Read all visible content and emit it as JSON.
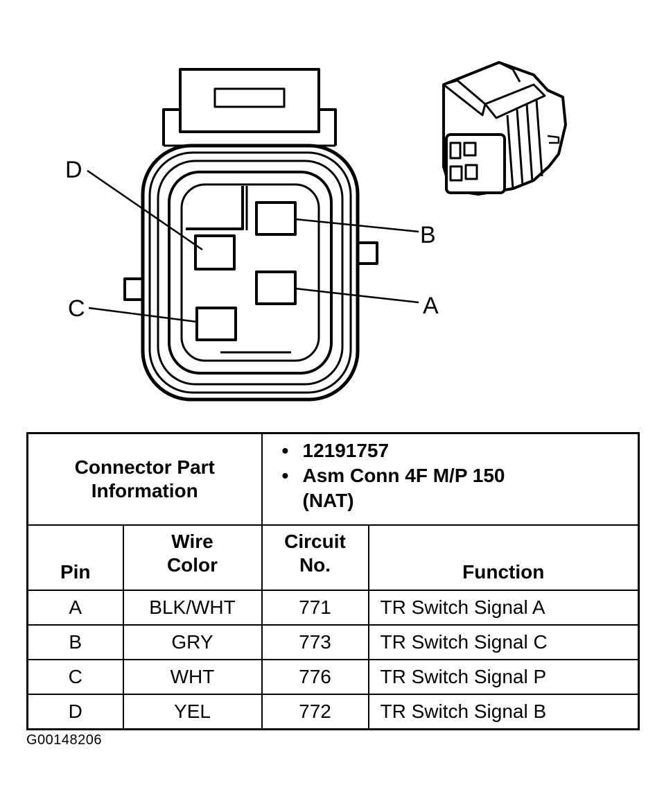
{
  "diagram": {
    "pin_labels": {
      "A": "A",
      "B": "B",
      "C": "C",
      "D": "D"
    }
  },
  "table": {
    "part_info_header": "Connector Part Information",
    "part_numbers": [
      "12191757",
      "Asm Conn 4F M/P 150 (NAT)"
    ],
    "columns": [
      "Pin",
      "Wire Color",
      "Circuit No.",
      "Function"
    ],
    "rows": [
      {
        "pin": "A",
        "wire_color": "BLK/WHT",
        "circuit": "771",
        "function": "TR Switch Signal A"
      },
      {
        "pin": "B",
        "wire_color": "GRY",
        "circuit": "773",
        "function": "TR Switch Signal C"
      },
      {
        "pin": "C",
        "wire_color": "WHT",
        "circuit": "776",
        "function": "TR Switch Signal P"
      },
      {
        "pin": "D",
        "wire_color": "YEL",
        "circuit": "772",
        "function": "TR Switch Signal B"
      }
    ]
  },
  "figure_id": "G00148206"
}
